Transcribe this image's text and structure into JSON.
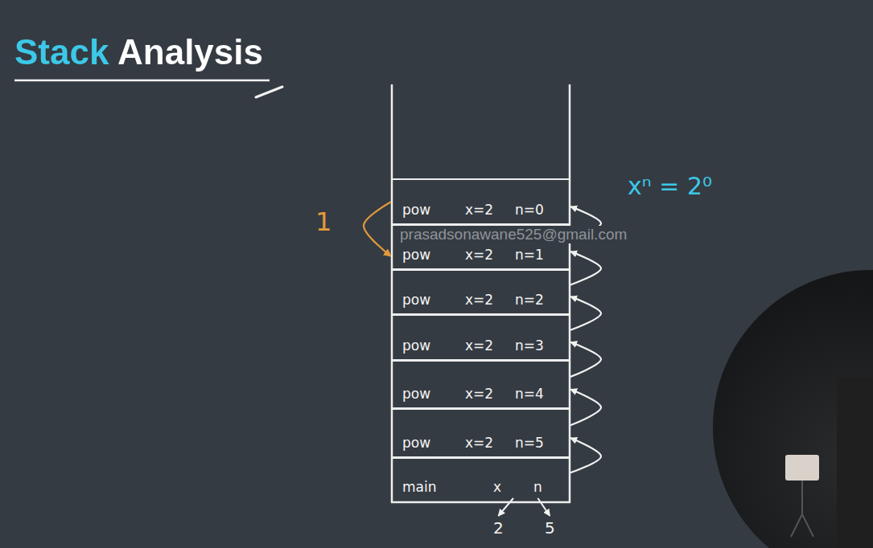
{
  "diagram": {
    "title": "Stack Analysis",
    "nodes": [
      {
        "text": [
          "pow",
          "x=2",
          "n=0"
        ]
      },
      {
        "text": [
          "pow",
          "x=2",
          "n=1"
        ]
      },
      {
        "text": [
          "pow",
          "x=2",
          "n=2"
        ]
      },
      {
        "text": [
          "pow",
          "x=2",
          "n=3"
        ]
      },
      {
        "text": [
          "pow",
          "x=2",
          "n=4"
        ]
      },
      {
        "text": [
          "pow",
          "x=2",
          "n=5"
        ]
      },
      {
        "text": [
          "main",
          "x",
          "n"
        ]
      }
    ],
    "edges": [
      {
        "from": 6,
        "to": 5,
        "arrow": "to"
      },
      {
        "from": 5,
        "to": 4,
        "arrow": "to"
      },
      {
        "from": 4,
        "to": 3,
        "arrow": "to"
      },
      {
        "from": 3,
        "to": 2,
        "arrow": "to"
      },
      {
        "from": 2,
        "to": 1,
        "arrow": "to"
      },
      {
        "from": 1,
        "to": 0,
        "arrow": "to"
      },
      {
        "from": 0,
        "to": 1,
        "arrow": "to",
        "label": "1"
      }
    ],
    "labels": [
      "xⁿ = 2⁰",
      "prasadsonawane525@gmail.com",
      "2",
      "5"
    ]
  }
}
